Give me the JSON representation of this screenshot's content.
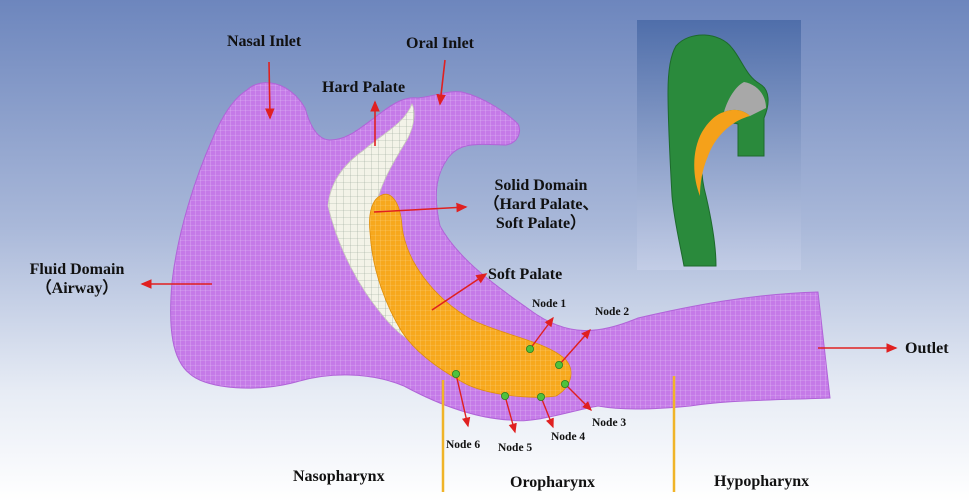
{
  "labels": {
    "nasal_inlet": "Nasal Inlet",
    "oral_inlet": "Oral Inlet",
    "hard_palate": "Hard Palate",
    "solid_domain_1": "Solid Domain",
    "solid_domain_2": "（Hard Palate、",
    "solid_domain_3": "Soft Palate）",
    "soft_palate": "Soft Palate",
    "fluid_domain_1": "Fluid Domain",
    "fluid_domain_2": "（Airway）",
    "outlet": "Outlet",
    "nasopharynx": "Nasopharynx",
    "oropharynx": "Oropharynx",
    "hypopharynx": "Hypopharynx"
  },
  "nodes": [
    "Node 1",
    "Node 2",
    "Node 3",
    "Node 4",
    "Node 5",
    "Node 6"
  ],
  "colors": {
    "fluid_mesh": "#c57ae8",
    "hard_palate_mesh": "#efefe2",
    "soft_palate_mesh": "#f7a81d",
    "arrow": "#e02020",
    "node_marker": "#4fc23c",
    "divider": "#f0b428",
    "inset_airway": "#2a8a3c",
    "inset_soft_palate": "#f5a11a",
    "inset_hard_palate": "#a8a8a8"
  }
}
